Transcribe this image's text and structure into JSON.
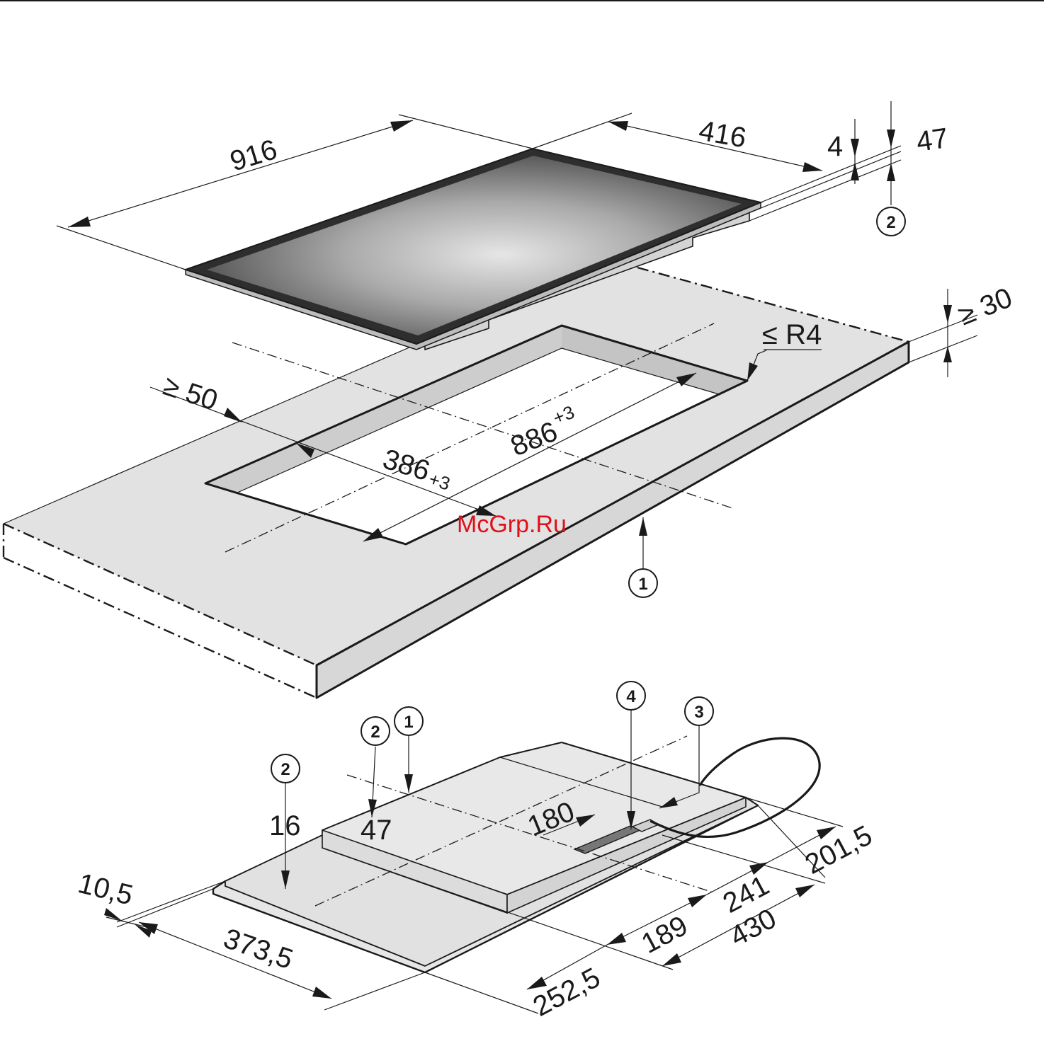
{
  "dimensions": {
    "hob_width": "916",
    "hob_depth": "416",
    "glass_thickness": "4",
    "hob_height": "47",
    "worktop_thickness": "≥ 30",
    "corner_radius": "≤ R4",
    "min_distance": "≥ 50",
    "cutout_width_value": "886",
    "cutout_width_tol": "+3",
    "cutout_depth_value": "386",
    "cutout_depth_tol": "+3",
    "housing_height": "47",
    "frame_height": "16",
    "glass_overhang": "10,5",
    "x_373_5": "373,5",
    "x_252_5": "252,5",
    "x_189": "189",
    "x_180": "180",
    "y_241": "241",
    "y_201_5": "201,5",
    "y_430": "430"
  },
  "callouts": {
    "worktop": "1",
    "hob_height_marker": "2",
    "connection_cable": "3",
    "terminal_box": "4",
    "housing": "1",
    "housing_height": "2",
    "frame_height": "2"
  },
  "watermark": "McGrp.Ru",
  "colors": {
    "line": "#1a1a1a",
    "worktop_fill": "#e2e2e2",
    "cutout_wall_fill": "#cdcdcd",
    "watermark": "#e0101a"
  }
}
